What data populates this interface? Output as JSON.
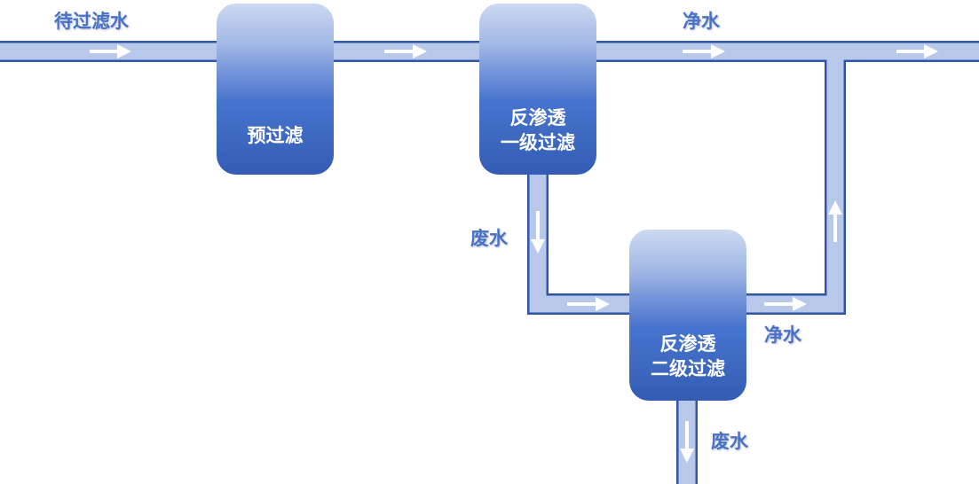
{
  "colors": {
    "pipe_fill": "#b8c8ea",
    "pipe_border": "#2f55a8",
    "label": "#4a72c4",
    "arrow": "#ffffff"
  },
  "labels": {
    "inlet": "待过滤水",
    "clean_water_top": "净水",
    "waste_water_1": "废水",
    "clean_water_2": "净水",
    "waste_water_2": "废水"
  },
  "vessels": {
    "prefilter": "预过滤",
    "ro_stage1": "反渗透\n一级过滤",
    "ro_stage2": "反渗透\n二级过滤"
  }
}
